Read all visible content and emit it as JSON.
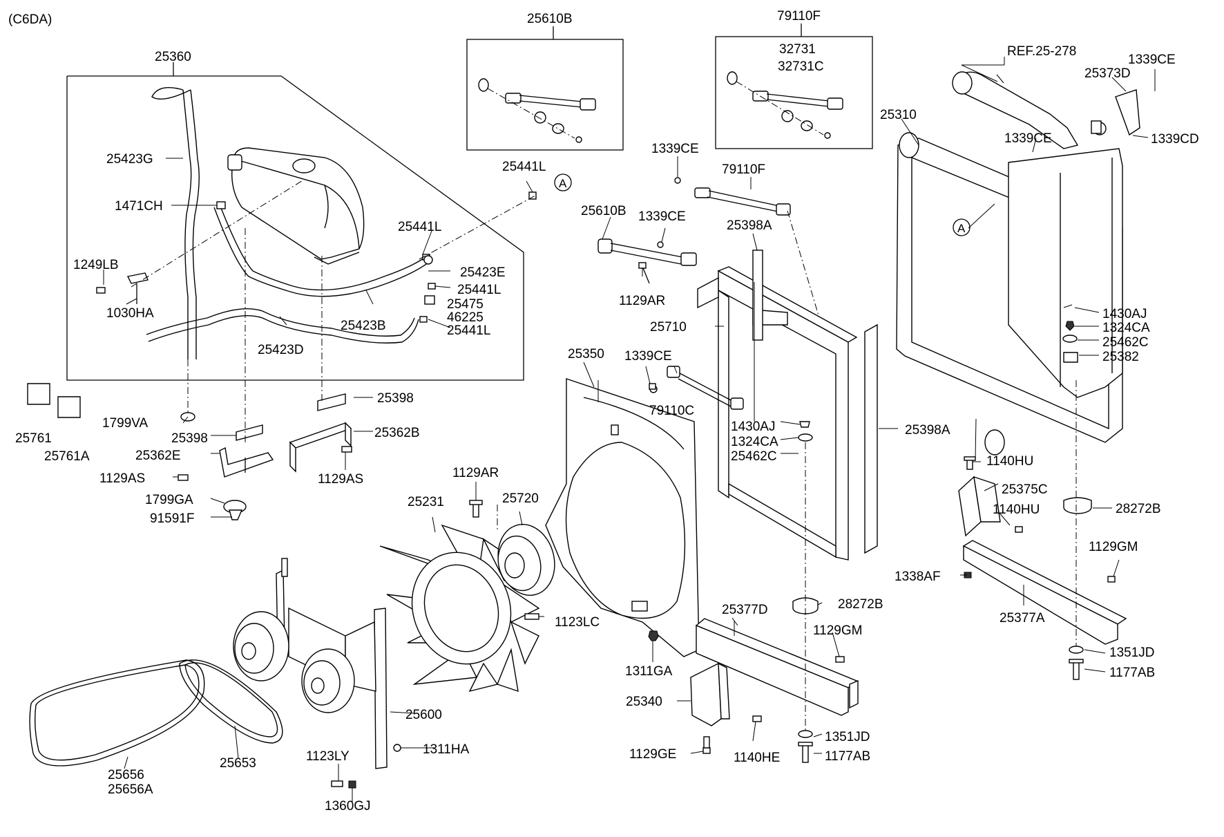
{
  "diagram": {
    "engine_code": "(C6DA)",
    "ref_marker": "A",
    "labels": [
      {
        "id": "L01",
        "text": "25360"
      },
      {
        "id": "L02",
        "text": "25610B"
      },
      {
        "id": "L03",
        "text": "79110F"
      },
      {
        "id": "L04",
        "text": "32731"
      },
      {
        "id": "L05",
        "text": "32731C"
      },
      {
        "id": "L06",
        "text": "REF.25-278"
      },
      {
        "id": "L07",
        "text": "1339CE"
      },
      {
        "id": "L08",
        "text": "25373D"
      },
      {
        "id": "L09",
        "text": "25310"
      },
      {
        "id": "L10",
        "text": "1339CE"
      },
      {
        "id": "L11",
        "text": "1339CD"
      },
      {
        "id": "L12",
        "text": "25423G"
      },
      {
        "id": "L13",
        "text": "1471CH"
      },
      {
        "id": "L14",
        "text": "25441L"
      },
      {
        "id": "L15",
        "text": "1339CE"
      },
      {
        "id": "L16",
        "text": "79110F"
      },
      {
        "id": "L17",
        "text": "25441L"
      },
      {
        "id": "L18",
        "text": "25610B"
      },
      {
        "id": "L19",
        "text": "1339CE"
      },
      {
        "id": "L20",
        "text": "25398A"
      },
      {
        "id": "L21",
        "text": "1249LB"
      },
      {
        "id": "L22",
        "text": "25423E"
      },
      {
        "id": "L23",
        "text": "25441L"
      },
      {
        "id": "L24",
        "text": "25475"
      },
      {
        "id": "L25",
        "text": "46225"
      },
      {
        "id": "L26",
        "text": "1030HA"
      },
      {
        "id": "L27",
        "text": "25423B"
      },
      {
        "id": "L28",
        "text": "25441L"
      },
      {
        "id": "L29",
        "text": "1129AR"
      },
      {
        "id": "L30",
        "text": "1430AJ"
      },
      {
        "id": "L31",
        "text": "1324CA"
      },
      {
        "id": "L32",
        "text": "25462C"
      },
      {
        "id": "L33",
        "text": "25382"
      },
      {
        "id": "L34",
        "text": "25710"
      },
      {
        "id": "L35",
        "text": "25423D"
      },
      {
        "id": "L36",
        "text": "25350"
      },
      {
        "id": "L37",
        "text": "1339CE"
      },
      {
        "id": "L38",
        "text": "25398"
      },
      {
        "id": "L39",
        "text": "79110C"
      },
      {
        "id": "L40",
        "text": "1430AJ"
      },
      {
        "id": "L41",
        "text": "1799VA"
      },
      {
        "id": "L42",
        "text": "25362B"
      },
      {
        "id": "L43",
        "text": "25398A"
      },
      {
        "id": "L44",
        "text": "1324CA"
      },
      {
        "id": "L45",
        "text": "25761"
      },
      {
        "id": "L46",
        "text": "25761A"
      },
      {
        "id": "L47",
        "text": "25398"
      },
      {
        "id": "L48",
        "text": "25462C"
      },
      {
        "id": "L49",
        "text": "25362E"
      },
      {
        "id": "L50",
        "text": "1140HU"
      },
      {
        "id": "L51",
        "text": "1129AS"
      },
      {
        "id": "L52",
        "text": "1129AS"
      },
      {
        "id": "L53",
        "text": "1129AR"
      },
      {
        "id": "L54",
        "text": "25375C"
      },
      {
        "id": "L55",
        "text": "1799GA"
      },
      {
        "id": "L56",
        "text": "1140HU"
      },
      {
        "id": "L57",
        "text": "25231"
      },
      {
        "id": "L58",
        "text": "25720"
      },
      {
        "id": "L59",
        "text": "28272B"
      },
      {
        "id": "L60",
        "text": "91591F"
      },
      {
        "id": "L61",
        "text": "1129GM"
      },
      {
        "id": "L62",
        "text": "1338AF"
      },
      {
        "id": "L63",
        "text": "28272B"
      },
      {
        "id": "L64",
        "text": "1123LC"
      },
      {
        "id": "L65",
        "text": "25377D"
      },
      {
        "id": "L66",
        "text": "25377A"
      },
      {
        "id": "L67",
        "text": "1129GM"
      },
      {
        "id": "L68",
        "text": "1311GA"
      },
      {
        "id": "L69",
        "text": "1351JD"
      },
      {
        "id": "L70",
        "text": "25340"
      },
      {
        "id": "L71",
        "text": "1177AB"
      },
      {
        "id": "L72",
        "text": "25600"
      },
      {
        "id": "L73",
        "text": "1351JD"
      },
      {
        "id": "L74",
        "text": "1311HA"
      },
      {
        "id": "L75",
        "text": "1129GE"
      },
      {
        "id": "L76",
        "text": "1140HE"
      },
      {
        "id": "L77",
        "text": "1177AB"
      },
      {
        "id": "L78",
        "text": "1123LY"
      },
      {
        "id": "L79",
        "text": "25656"
      },
      {
        "id": "L80",
        "text": "25653"
      },
      {
        "id": "L81",
        "text": "25656A"
      },
      {
        "id": "L82",
        "text": "1360GJ"
      }
    ]
  }
}
